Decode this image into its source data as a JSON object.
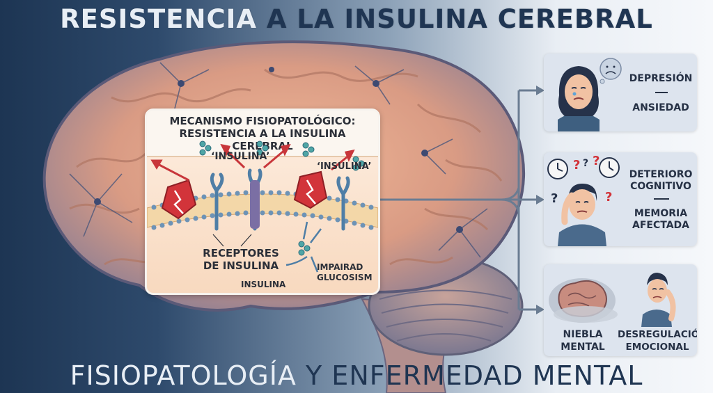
{
  "header": {
    "title_part1": "RESISTENCIA",
    "title_part2": " A LA INSULINA CEREBRAL"
  },
  "footer": {
    "title_part1": "FISIOPATOLOGÍA",
    "title_part2": " Y ENFERMEDAD MENTAL"
  },
  "mechanism_panel": {
    "heading_line1": "MECANISMO FISIOPATOLÓGICO:",
    "heading_line2": "RESISTENCIA A LA INSULINA CEREBRAL",
    "label_insulina_left": "‘INSULINA’",
    "label_insulina_right": "‘INSULINA’",
    "label_receptores_line1": "RECEPTORES",
    "label_receptores_line2": "DE INSULINA",
    "label_impaired_line1": "IMPAIRAD",
    "label_impaired_line2": "GLUCOSISM",
    "label_insulina_bottom": "INSULINA"
  },
  "cards": {
    "mood": {
      "line1": "DEPRESIÓN",
      "line2": "ANSIEDAD"
    },
    "cognition": {
      "line1a": "DETERIORO",
      "line1b": "COGNITIVO",
      "line2a": "MEMORIA",
      "line2b": "AFECTADA"
    },
    "fog": {
      "left_a": "NIEBLA",
      "left_b": "MENTAL",
      "right_a": "DESREGULACIÓN",
      "right_b": "EMOCIONAL"
    }
  },
  "colors": {
    "background_dark": "#1d3553",
    "brain": "#e2a88a",
    "card": "#dde4ee",
    "receptor_blue": "#5d8fb5",
    "damage_red": "#d2343a",
    "connector": "#6a7c92"
  },
  "icons": [
    "brain-illustration",
    "damaged-receptor-icon",
    "insulin-molecule-icon",
    "sad-woman-icon",
    "confused-man-icon",
    "foggy-brain-icon",
    "stressed-man-icon",
    "clock-icon",
    "question-mark-icon",
    "sad-face-bubble-icon"
  ]
}
